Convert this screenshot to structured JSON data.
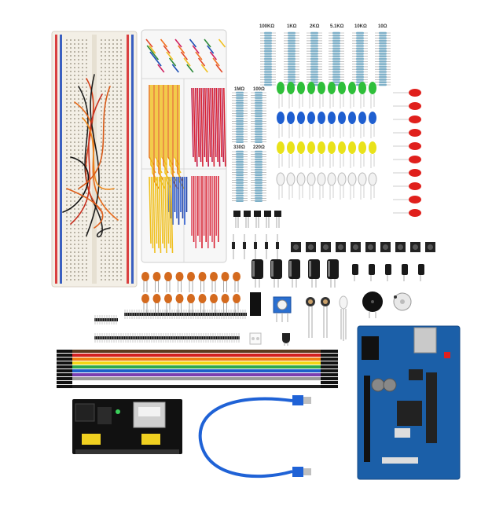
{
  "resistor_labels_top": [
    "100KΩ",
    "1KΩ",
    "2KΩ",
    "5.1KΩ",
    "10KΩ",
    "10Ω"
  ],
  "resistor_labels_mid": [
    "1MΩ",
    "100Ω"
  ],
  "resistor_labels_low": [
    "330Ω",
    "220Ω"
  ],
  "led_colors": {
    "green": "#2fbf3a",
    "blue": "#1f5fd0",
    "yellow": "#e9e21a",
    "white": "#f2f2f2",
    "red": "#e0201c"
  },
  "board_color": "#1b5fa8",
  "jumper_colors": [
    "#5b3a1e",
    "#d32020",
    "#f07f12",
    "#f3d515",
    "#2fa84a",
    "#1d5fc9",
    "#7a3fb0",
    "#9a9a9a",
    "#ffffff",
    "#222222"
  ]
}
